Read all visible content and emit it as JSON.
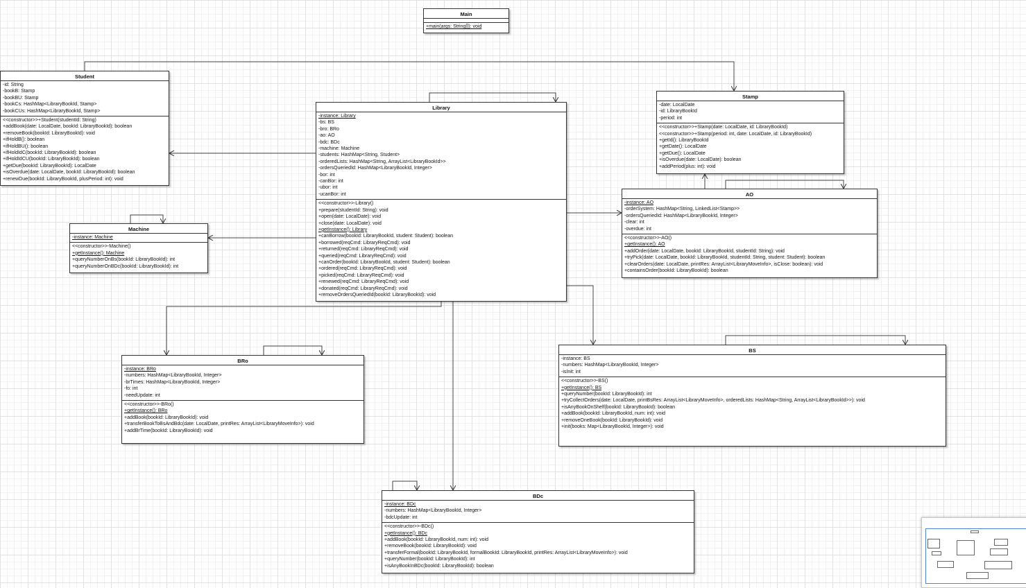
{
  "classes": {
    "main": {
      "name": "Main",
      "attrs": [],
      "methods": [
        {
          "text": "+main(args: String[]): void",
          "static": true
        }
      ]
    },
    "student": {
      "name": "Student",
      "attrs": [
        {
          "text": "-id: String"
        },
        {
          "text": "-bookB: Stamp"
        },
        {
          "text": "-bookBU: Stamp"
        },
        {
          "text": "-bookCs: HashMap<LibraryBookId, Stamp>"
        },
        {
          "text": "-bookCUs: HashMap<LibraryBookId, Stamp>"
        }
      ],
      "methods": [
        {
          "text": "<<constructor>>+Student(studentId: String)"
        },
        {
          "text": "+addBook(date: LocalDate, bookId: LibraryBookId): boolean"
        },
        {
          "text": "+removeBook(bookId: LibraryBookId): void"
        },
        {
          "text": "+ifHoldB(): boolean"
        },
        {
          "text": "+ifHoldBU(): boolean"
        },
        {
          "text": "+ifHoldIdC(bookId: LibraryBookId): boolean"
        },
        {
          "text": "+ifHoldIdCU(bookId: LibraryBookId): boolean"
        },
        {
          "text": "+getDue(bookId: LibraryBookId): LocalDate"
        },
        {
          "text": "+isOverdue(date: LocalDate, bookId: LibraryBookId): boolean"
        },
        {
          "text": "+renewDue(bookId: LibraryBookId, plusPeriod: int): void"
        }
      ]
    },
    "library": {
      "name": "Library",
      "attrs": [
        {
          "text": "-instance: Library",
          "static": true
        },
        {
          "text": "-bs: BS"
        },
        {
          "text": "-bro: BRo"
        },
        {
          "text": "-ao: AO"
        },
        {
          "text": "-bdc: BDc"
        },
        {
          "text": "-machine: Machine"
        },
        {
          "text": "-students: HashMap<String, Student>"
        },
        {
          "text": "-orderedLists: HashMap<String, ArrayList<LibraryBookId>>"
        },
        {
          "text": "-ordersQueriedId: HashMap<LibraryBookId, Integer>"
        },
        {
          "text": "-bor: int"
        },
        {
          "text": "-canBor: int"
        },
        {
          "text": "-ubor: int"
        },
        {
          "text": "-ucanBor: int"
        }
      ],
      "methods": [
        {
          "text": "<<constructor>>-Library()"
        },
        {
          "text": "+prepare(studentId: String): void"
        },
        {
          "text": "+open(date: LocalDate): void"
        },
        {
          "text": "+close(date: LocalDate): void"
        },
        {
          "text": "+getInstance(): Library",
          "static": true
        },
        {
          "text": "+canBorrow(bookId: LibraryBookId, student: Student): boolean"
        },
        {
          "text": "+borrowed(reqCmd: LibraryReqCmd): void"
        },
        {
          "text": "+returned(reqCmd: LibraryReqCmd): void"
        },
        {
          "text": "+queried(reqCmd: LibraryReqCmd): void"
        },
        {
          "text": "+canOrder(bookId: LibraryBookId, student: Student): boolean"
        },
        {
          "text": "+ordered(reqCmd: LibraryReqCmd): void"
        },
        {
          "text": "+picked(reqCmd: LibraryReqCmd): void"
        },
        {
          "text": "+renewed(reqCmd: LibraryReqCmd): void"
        },
        {
          "text": "+donated(reqCmd: LibraryReqCmd): void"
        },
        {
          "text": "+removeOrdersQueriedId(bookId: LibraryBookId): void"
        }
      ]
    },
    "stamp": {
      "name": "Stamp",
      "attrs": [
        {
          "text": "-date: LocalDate"
        },
        {
          "text": "-id: LibraryBookId"
        },
        {
          "text": "-period: int"
        }
      ],
      "methods": [
        {
          "text": "<<constructor>>+Stamp(date: LocalDate, id: LibraryBookId)"
        },
        {
          "text": "<<constructor>>+Stamp(period: int, date: LocalDate, id: LibraryBookId)"
        },
        {
          "text": "+getId(): LibraryBookId"
        },
        {
          "text": "+getDate(): LocalDate"
        },
        {
          "text": "+getDue(): LocalDate"
        },
        {
          "text": "+isOverdue(date: LocalDate): boolean"
        },
        {
          "text": "+addPeriod(plus: int): void"
        }
      ]
    },
    "ao": {
      "name": "AO",
      "attrs": [
        {
          "text": "-instance: AO",
          "static": true
        },
        {
          "text": "-orderSystem: HashMap<String, LinkedList<Stamp>>"
        },
        {
          "text": "-ordersQueriedId: HashMap<LibraryBookId, Integer>"
        },
        {
          "text": "-clear: int"
        },
        {
          "text": "-overdue: int"
        }
      ],
      "methods": [
        {
          "text": "<<constructor>>-AO()"
        },
        {
          "text": "+getInstance(): AO",
          "static": true
        },
        {
          "text": "+addOrder(date: LocalDate, bookId: LibraryBookId, studentId: String): void"
        },
        {
          "text": "+tryPick(date: LocalDate, bookId: LibraryBookId, studentId: String, student: Student): boolean"
        },
        {
          "text": "+clearOrders(date: LocalDate, printRes: ArrayList<LibraryMoveInfo>, isClose: boolean): void"
        },
        {
          "text": "+containsOrder(bookId: LibraryBookId): boolean"
        }
      ]
    },
    "machine": {
      "name": "Machine",
      "attrs": [
        {
          "text": "-instance: Machine",
          "static": true
        }
      ],
      "methods": [
        {
          "text": "<<constructor>>-Machine()"
        },
        {
          "text": "+getInstance(): Machine",
          "static": true
        },
        {
          "text": "+queryNumberOnBs(bookId: LibraryBookId): int"
        },
        {
          "text": "+queryNumberOnBDc(bookId: LibraryBookId): int"
        }
      ]
    },
    "bro": {
      "name": "BRo",
      "attrs": [
        {
          "text": "-instance: BRo",
          "static": true
        },
        {
          "text": "-numbers: HashMap<LibraryBookId, Integer>"
        },
        {
          "text": "-brTimes: HashMap<LibraryBookId, Integer>"
        },
        {
          "text": "-fo: int"
        },
        {
          "text": "-needUpdate: int"
        }
      ],
      "methods": [
        {
          "text": "<<constructor>>-BRo()"
        },
        {
          "text": "+getInstance(): BRo",
          "static": true
        },
        {
          "text": "+addBook(bookId: LibraryBookId): void"
        },
        {
          "text": "+transferBookToBsAndBdc(date: LocalDate, printRes:  ArrayList<LibraryMoveInfo>): void"
        },
        {
          "text": "+addBrTime(bookId: LibraryBookId): void"
        }
      ]
    },
    "bs": {
      "name": "BS",
      "attrs": [
        {
          "text": "-instance: BS"
        },
        {
          "text": "-numbers: HashMap<LibraryBookId, Integer>"
        },
        {
          "text": "-isInit: int"
        }
      ],
      "methods": [
        {
          "text": "<<constructor>>-BS()"
        },
        {
          "text": "+getInstance(): BS",
          "static": true
        },
        {
          "text": "+queryNumber(bookId: LibraryBookId): int"
        },
        {
          "text": "+tryCollectOrders(date: LocalDate, printBsRes:  ArrayList<LibraryMoveInfo>, orderedLists: HashMap<String, ArrayList<LibraryBookId>>): void"
        },
        {
          "text": "+isAnyBookOnShelf(bookId: LibraryBookId): boolean"
        },
        {
          "text": "+addBook(bookId: LibraryBookId, num: int): void"
        },
        {
          "text": "+removeOneBook(bookId: LibraryBookId): void"
        },
        {
          "text": "+init(books: Map<LibraryBookId, Integer>): void"
        }
      ]
    },
    "bdc": {
      "name": "BDc",
      "attrs": [
        {
          "text": "-instance: BDc",
          "static": true
        },
        {
          "text": "-numbers: HashMap<LibraryBookId, Integer>"
        },
        {
          "text": "-bdcUpdate: int"
        }
      ],
      "methods": [
        {
          "text": "<<constructor>>-BDc()"
        },
        {
          "text": "+getInstance(): BDc",
          "static": true
        },
        {
          "text": "+addBook(bookId: LibraryBookId, num: int): void"
        },
        {
          "text": "+removeBook(bookId: LibraryBookId): void"
        },
        {
          "text": "+transferFormal(bookId: LibraryBookId, formalBookId: LibraryBookId, printRes:  ArrayList<LibraryMoveInfo>): void"
        },
        {
          "text": "+queryNumber(bookId: LibraryBookId): int"
        },
        {
          "text": "+isAnyBookInBDc(bookId: LibraryBookId): boolean"
        }
      ]
    }
  }
}
